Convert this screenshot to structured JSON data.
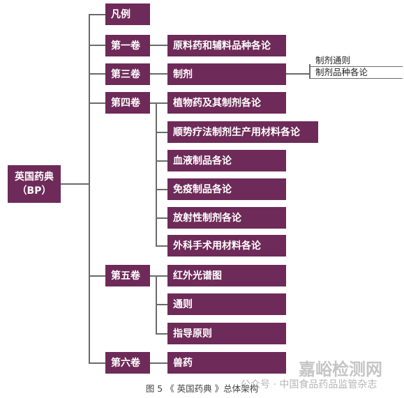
{
  "root": {
    "line1": "英国药典",
    "line2": "（BP）"
  },
  "volumes": {
    "general_notices": "凡例",
    "vol1": "第一卷",
    "vol3": "第三卷",
    "vol4": "第四卷",
    "vol5": "第五卷",
    "vol6": "第六卷"
  },
  "items": {
    "vol1_raw_materials": "原料药和辅料品种各论",
    "vol3_preparations": "制剂",
    "vol4_botanical": "植物药及其制剂各论",
    "vol4_homeopathic": "顺势疗法制剂生产用材料各论",
    "vol4_blood": "血液制品各论",
    "vol4_immunological": "免疫制品各论",
    "vol4_radiopharma": "放射性制剂各论",
    "vol4_surgical": "外科手术用材料各论",
    "vol5_ir_spectra": "红外光谱图",
    "vol5_general": "通则",
    "vol5_guidance": "指导原则",
    "vol6_veterinary": "兽药"
  },
  "sub_items": {
    "general_rules": "制剂通则",
    "monographs": "制剂品种各论"
  },
  "caption": "图 5 《 英国药典 》总体架构",
  "watermark": {
    "brand": "嘉峪检测网",
    "source": "公众号 · 中国食品药品监管杂志"
  },
  "colors": {
    "box": "#6e2a58",
    "line": "#6a6a6a"
  }
}
